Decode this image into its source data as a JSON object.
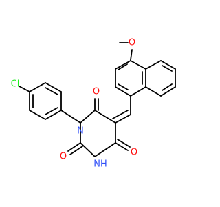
{
  "molecule": {
    "atoms": {
      "methoxy_o": "O",
      "chlorine": "Cl",
      "n1": "N",
      "nh": "NH",
      "o_top": "O",
      "o_left": "O",
      "o_bottom": "O"
    },
    "colors": {
      "bond": "#000000",
      "oxygen": "#ff0d0d",
      "nitrogen": "#3050f8",
      "chlorine": "#1ff01f",
      "background": "#ffffff"
    }
  }
}
